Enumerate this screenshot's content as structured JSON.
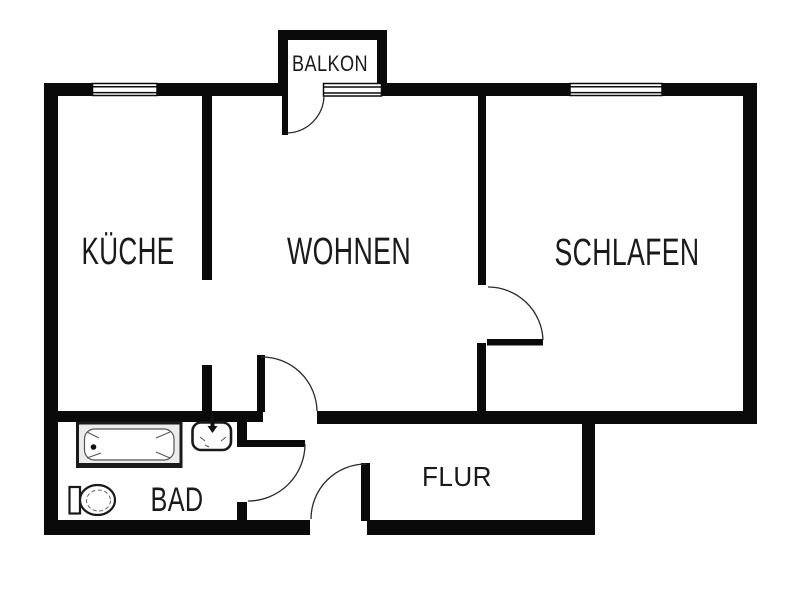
{
  "plan": {
    "background_color": "#ffffff",
    "wall_color": "#0a0a0a",
    "label_color": "#1a1a1a",
    "bathtub_fill": "#ececec",
    "rooms": [
      {
        "id": "kueche",
        "label": "KÜCHE"
      },
      {
        "id": "wohnen",
        "label": "WOHNEN"
      },
      {
        "id": "schlafen",
        "label": "SCHLAFEN"
      },
      {
        "id": "bad",
        "label": "BAD"
      },
      {
        "id": "flur",
        "label": "FLUR"
      },
      {
        "id": "balkon",
        "label": "BALKON"
      }
    ],
    "fixture_icons": [
      "bathtub-icon",
      "sink-icon",
      "toilet-icon"
    ],
    "window_count": 3,
    "door_count": 5
  }
}
